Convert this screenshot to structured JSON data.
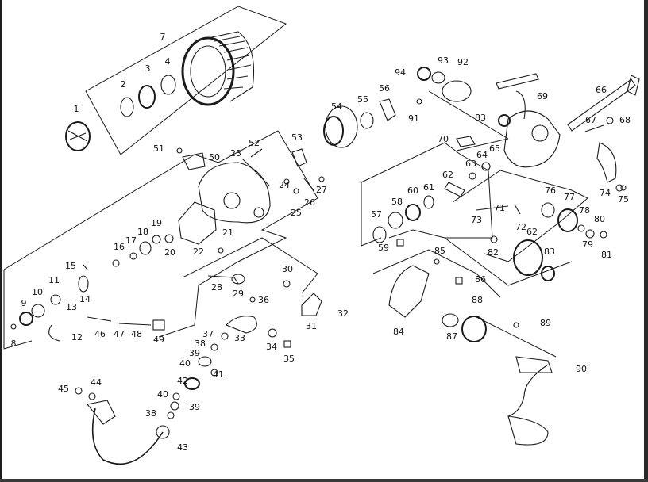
{
  "diagram": {
    "colors": {
      "ink": "#1a1a1a",
      "paper": "#ffffff",
      "frame": "#222222"
    },
    "part_numbers": [
      "1",
      "2",
      "3",
      "4",
      "7",
      "8",
      "9",
      "10",
      "11",
      "12",
      "13",
      "14",
      "15",
      "16",
      "17",
      "18",
      "19",
      "20",
      "21",
      "22",
      "23",
      "24",
      "25",
      "26",
      "27",
      "28",
      "29",
      "30",
      "31",
      "32",
      "33",
      "34",
      "35",
      "36",
      "37",
      "38",
      "39",
      "40",
      "41",
      "42",
      "43",
      "44",
      "45",
      "46",
      "47",
      "48",
      "49",
      "50",
      "51",
      "52",
      "53",
      "54",
      "55",
      "56",
      "57",
      "58",
      "59",
      "60",
      "61",
      "62",
      "63",
      "64",
      "65",
      "66",
      "67",
      "68",
      "69",
      "70",
      "71",
      "72",
      "73",
      "74",
      "75",
      "76",
      "77",
      "78",
      "79",
      "80",
      "81",
      "82",
      "83",
      "84",
      "85",
      "86",
      "87",
      "88",
      "89",
      "90",
      "91",
      "92",
      "93",
      "94"
    ]
  }
}
